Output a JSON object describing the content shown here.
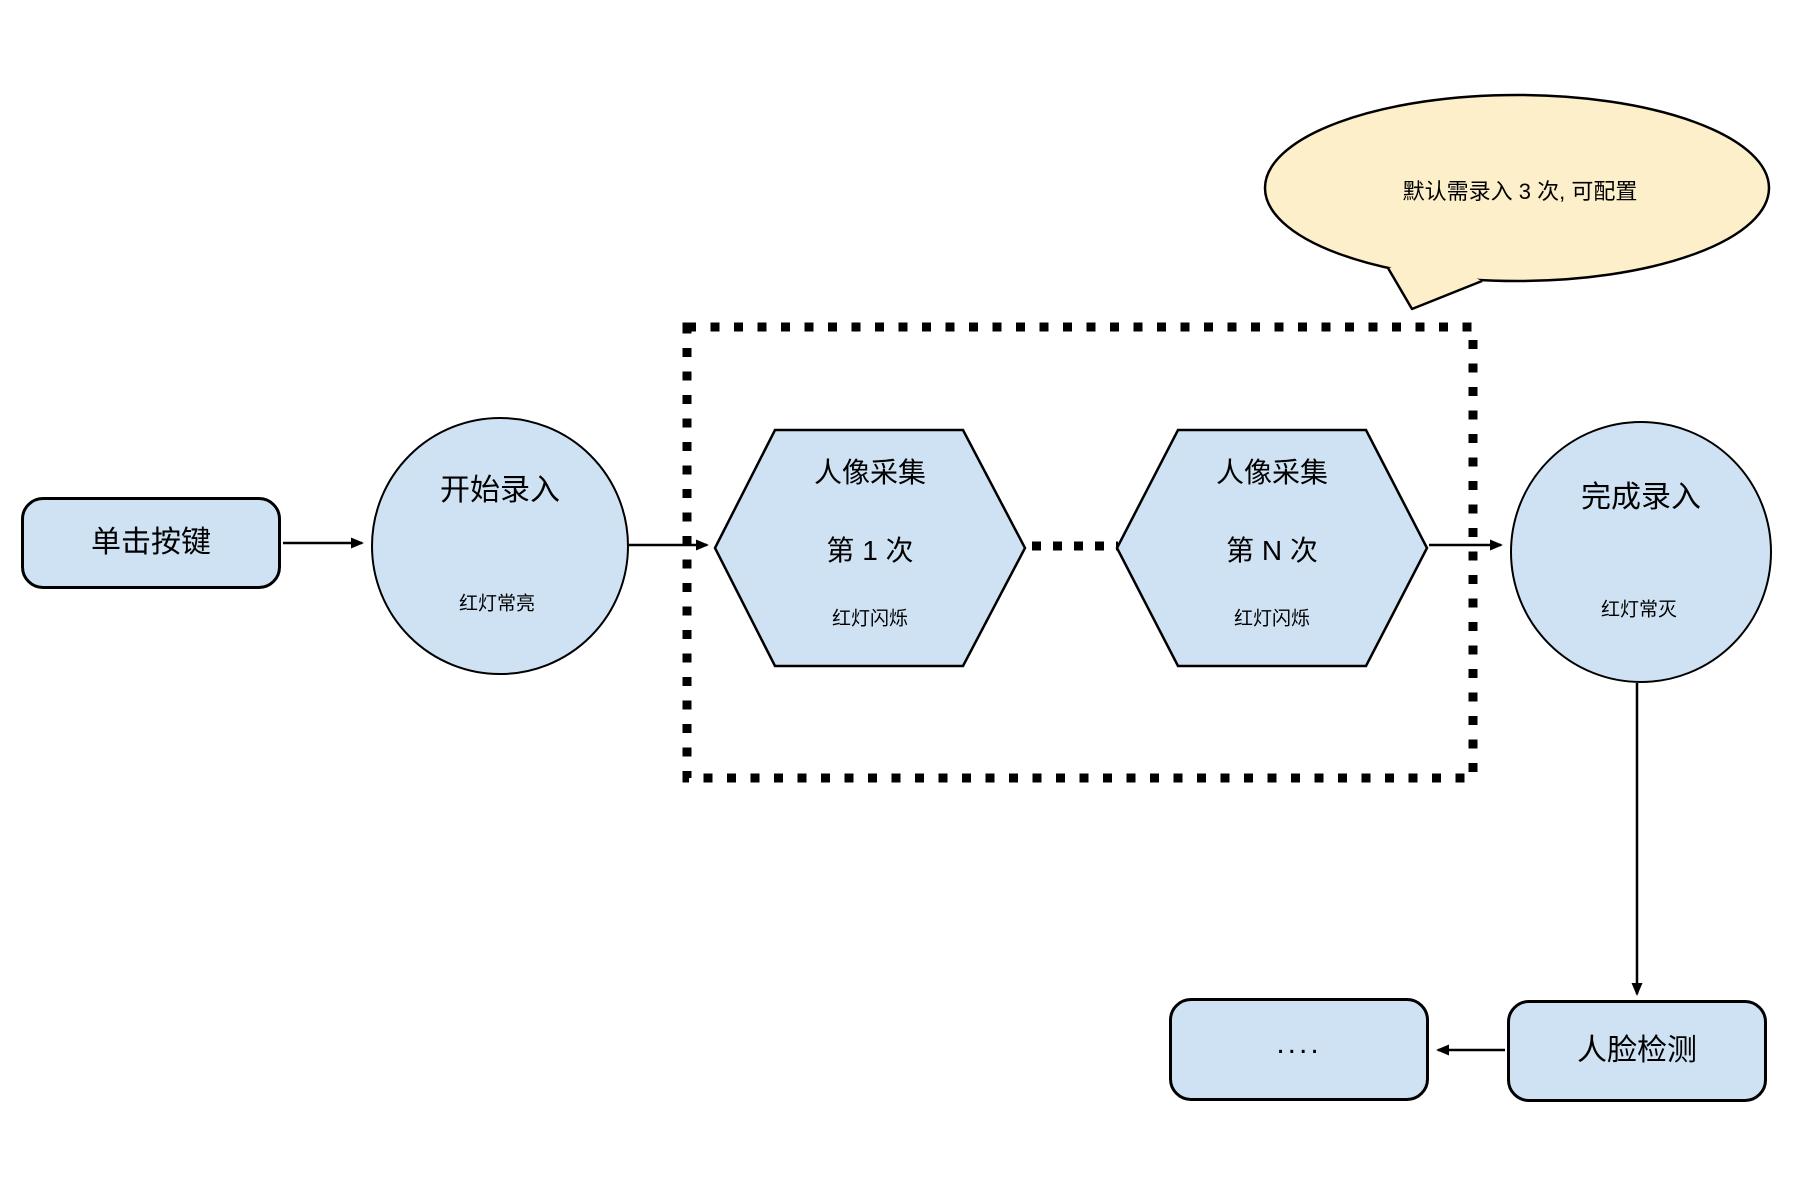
{
  "diagram": {
    "type": "flowchart",
    "colors": {
      "node_fill": "#cfe2f3",
      "node_stroke": "#000000",
      "callout_fill": "#fcefc9",
      "callout_stroke": "#000000",
      "arrow": "#000000"
    },
    "nodes": {
      "click_button": {
        "label": "单击按键"
      },
      "start": {
        "label": "开始录入",
        "status": "红灯常亮"
      },
      "capture_first": {
        "label": "人像采集",
        "times": "第 1 次",
        "status": "红灯闪烁"
      },
      "capture_nth": {
        "label": "人像采集",
        "times": "第 N 次",
        "status": "红灯闪烁"
      },
      "finish": {
        "label": "完成录入",
        "status": "红灯常灭"
      },
      "face_detect": {
        "label": "人脸检测"
      },
      "etc": {
        "label": "...."
      }
    },
    "callout": {
      "text": "默认需录入 3 次, 可配置"
    }
  }
}
